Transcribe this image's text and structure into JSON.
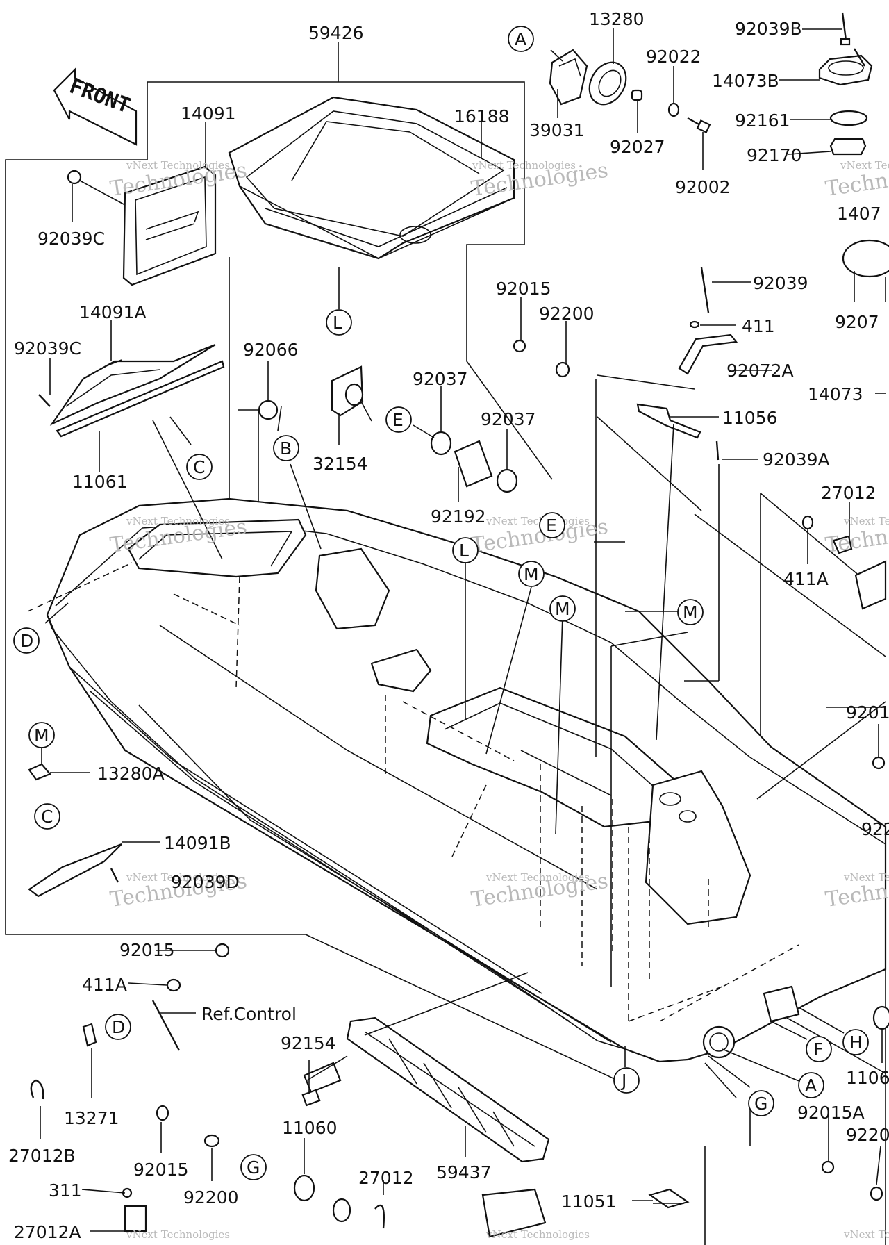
{
  "front_label": "FRONT",
  "watermark": {
    "line1": "vNext Technologies",
    "line2": "Technologies"
  },
  "part_labels": [
    {
      "id": "59426",
      "text": "59426"
    },
    {
      "id": "14091",
      "text": "14091"
    },
    {
      "id": "16188",
      "text": "16188"
    },
    {
      "id": "13280",
      "text": "13280"
    },
    {
      "id": "39031",
      "text": "39031"
    },
    {
      "id": "92022",
      "text": "92022"
    },
    {
      "id": "92027",
      "text": "92027"
    },
    {
      "id": "92002",
      "text": "92002"
    },
    {
      "id": "92039B",
      "text": "92039B"
    },
    {
      "id": "14073B",
      "text": "14073B"
    },
    {
      "id": "92161",
      "text": "92161"
    },
    {
      "id": "92170",
      "text": "92170"
    },
    {
      "id": "14073-top",
      "text": "1407"
    },
    {
      "id": "92072-right",
      "text": "9207"
    },
    {
      "id": "92039C-a",
      "text": "92039C"
    },
    {
      "id": "14091A",
      "text": "14091A"
    },
    {
      "id": "92039C-b",
      "text": "92039C"
    },
    {
      "id": "11061",
      "text": "11061"
    },
    {
      "id": "92066",
      "text": "92066"
    },
    {
      "id": "92015-a",
      "text": "92015"
    },
    {
      "id": "92200-a",
      "text": "92200"
    },
    {
      "id": "92039",
      "text": "92039"
    },
    {
      "id": "411",
      "text": "411"
    },
    {
      "id": "92072A",
      "text": "92072A"
    },
    {
      "id": "14073",
      "text": "14073"
    },
    {
      "id": "11056",
      "text": "11056"
    },
    {
      "id": "92039A",
      "text": "92039A"
    },
    {
      "id": "92037-a",
      "text": "92037"
    },
    {
      "id": "92037-b",
      "text": "92037"
    },
    {
      "id": "32154",
      "text": "32154"
    },
    {
      "id": "92192",
      "text": "92192"
    },
    {
      "id": "27012-a",
      "text": "27012"
    },
    {
      "id": "411A-a",
      "text": "411A"
    },
    {
      "id": "9201-right",
      "text": "9201"
    },
    {
      "id": "922-right",
      "text": "922"
    },
    {
      "id": "13280A",
      "text": "13280A"
    },
    {
      "id": "14091B",
      "text": "14091B"
    },
    {
      "id": "92039D",
      "text": "92039D"
    },
    {
      "id": "92015-b",
      "text": "92015"
    },
    {
      "id": "411A-b",
      "text": "411A"
    },
    {
      "id": "ref-control",
      "text": "Ref.Control"
    },
    {
      "id": "13271",
      "text": "13271"
    },
    {
      "id": "27012B",
      "text": "27012B"
    },
    {
      "id": "92154",
      "text": "92154"
    },
    {
      "id": "92015-c",
      "text": "92015"
    },
    {
      "id": "92200-b",
      "text": "92200"
    },
    {
      "id": "11060",
      "text": "11060"
    },
    {
      "id": "59437",
      "text": "59437"
    },
    {
      "id": "27012-b",
      "text": "27012"
    },
    {
      "id": "311",
      "text": "311"
    },
    {
      "id": "27012A",
      "text": "27012A"
    },
    {
      "id": "11051",
      "text": "11051"
    },
    {
      "id": "92015A",
      "text": "92015A"
    },
    {
      "id": "9220-right",
      "text": "9220"
    },
    {
      "id": "1106-right",
      "text": "1106"
    }
  ],
  "callouts": [
    {
      "id": "A-top",
      "letter": "A"
    },
    {
      "id": "L-top",
      "letter": "L"
    },
    {
      "id": "C-top",
      "letter": "C"
    },
    {
      "id": "B",
      "letter": "B"
    },
    {
      "id": "E-top",
      "letter": "E"
    },
    {
      "id": "E-mid",
      "letter": "E"
    },
    {
      "id": "L-mid",
      "letter": "L"
    },
    {
      "id": "M-1",
      "letter": "M"
    },
    {
      "id": "M-2",
      "letter": "M"
    },
    {
      "id": "M-3",
      "letter": "M"
    },
    {
      "id": "D-left",
      "letter": "D"
    },
    {
      "id": "M-left",
      "letter": "M"
    },
    {
      "id": "C-left",
      "letter": "C"
    },
    {
      "id": "D-bottom",
      "letter": "D"
    },
    {
      "id": "G-bottom",
      "letter": "G"
    },
    {
      "id": "J",
      "letter": "J"
    },
    {
      "id": "F",
      "letter": "F"
    },
    {
      "id": "H",
      "letter": "H"
    },
    {
      "id": "A-bottom",
      "letter": "A"
    },
    {
      "id": "G-right",
      "letter": "G"
    }
  ]
}
